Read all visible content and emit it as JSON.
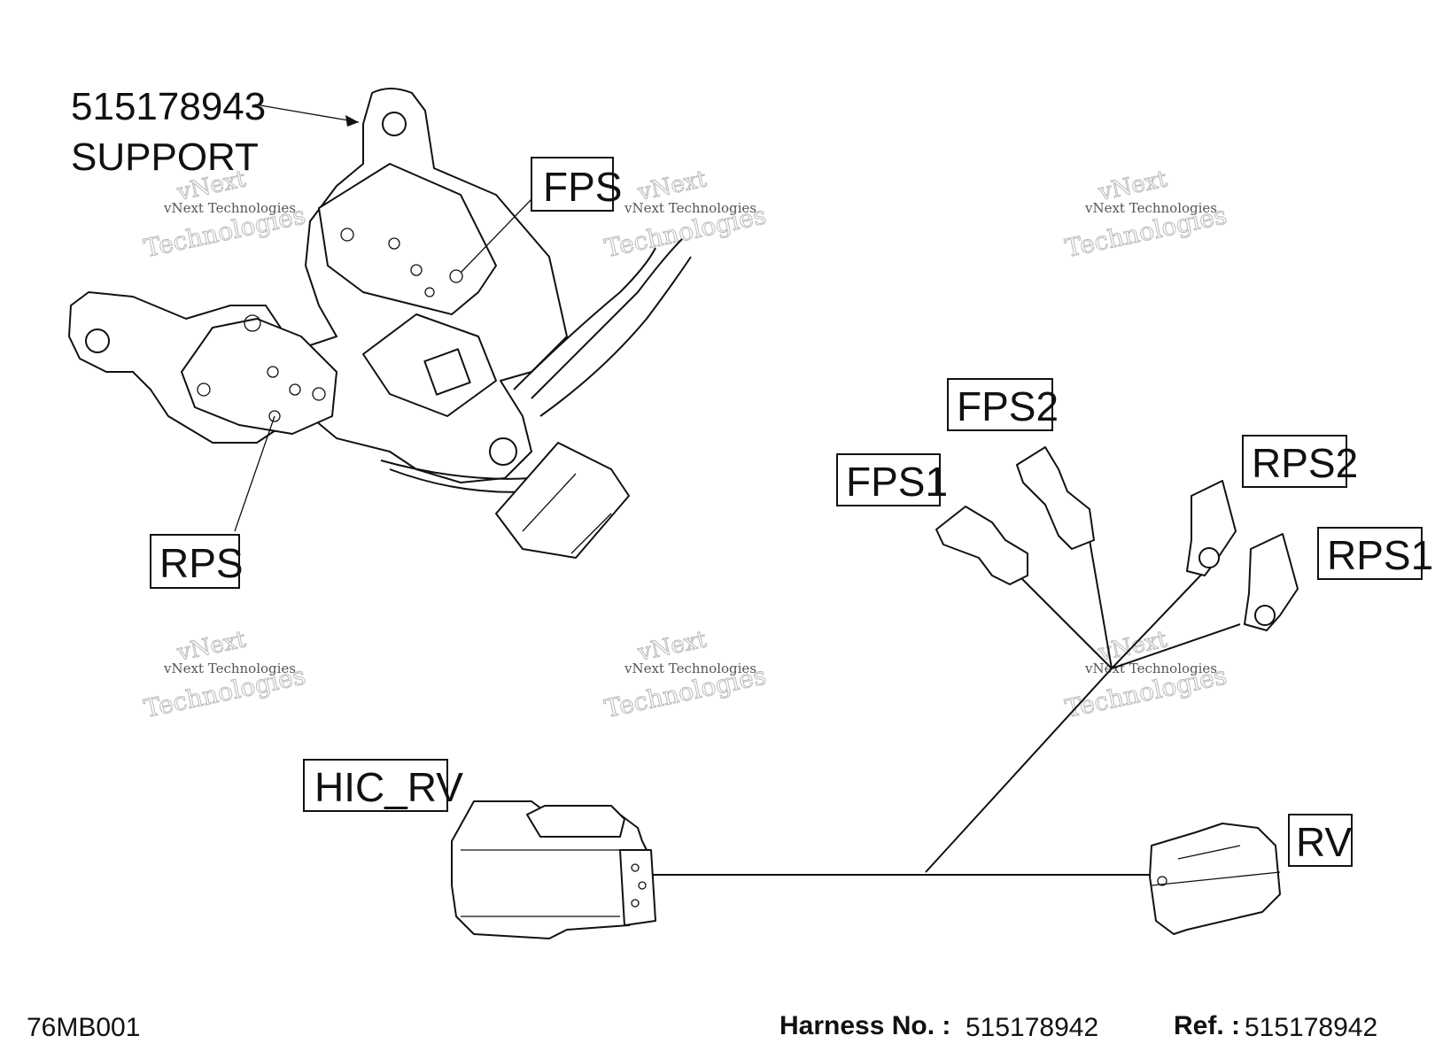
{
  "part_callout": {
    "number": "515178943",
    "name": "SUPPORT"
  },
  "labels": {
    "fps": "FPS",
    "rps": "RPS",
    "fps1": "FPS1",
    "fps2": "FPS2",
    "rps1": "RPS1",
    "rps2": "RPS2",
    "hic_rv": "HIC_RV",
    "rv": "RV"
  },
  "watermark": {
    "line1": "vNext",
    "line2": "vNext Technologies",
    "line3": "Technologies"
  },
  "footer": {
    "drawing_code": "76MB001",
    "harness_label": "Harness No. :",
    "harness_value": "515178942",
    "ref_label": "Ref. :",
    "ref_value": "515178942"
  }
}
